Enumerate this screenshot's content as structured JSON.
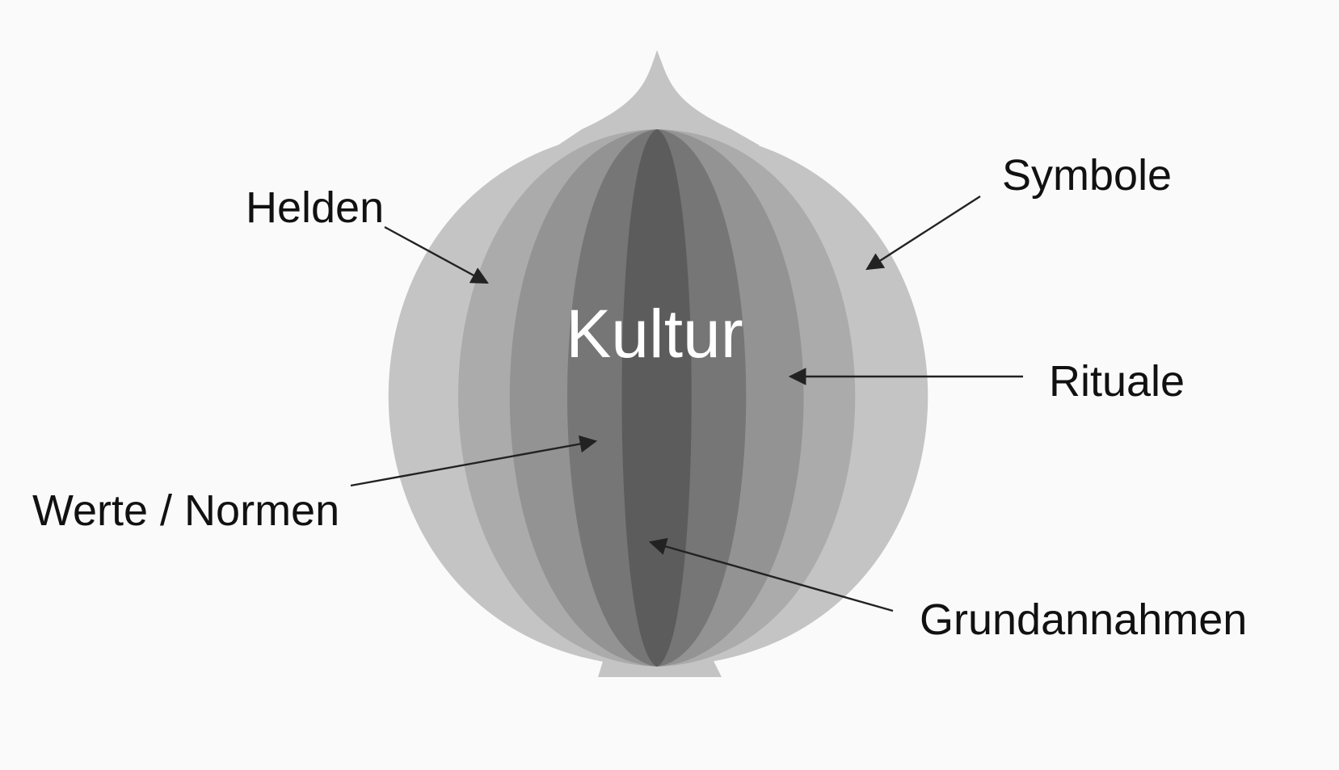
{
  "diagram": {
    "center_label": "Kultur",
    "layers": [
      {
        "name": "Symbole",
        "label": "Symbole"
      },
      {
        "name": "Helden",
        "label": "Helden"
      },
      {
        "name": "Rituale",
        "label": "Rituale"
      },
      {
        "name": "Werte / Normen",
        "label": "Werte / Normen"
      },
      {
        "name": "Grundannahmen",
        "label": "Grundannahmen"
      }
    ],
    "colors": {
      "background": "#fafafa",
      "layer_outer": "#c4c4c4",
      "layer_2": "#ababab",
      "layer_3": "#939393",
      "layer_4": "#767676",
      "layer_core": "#5c5c5c",
      "center_text": "#ffffff",
      "label_text": "#111111"
    }
  }
}
